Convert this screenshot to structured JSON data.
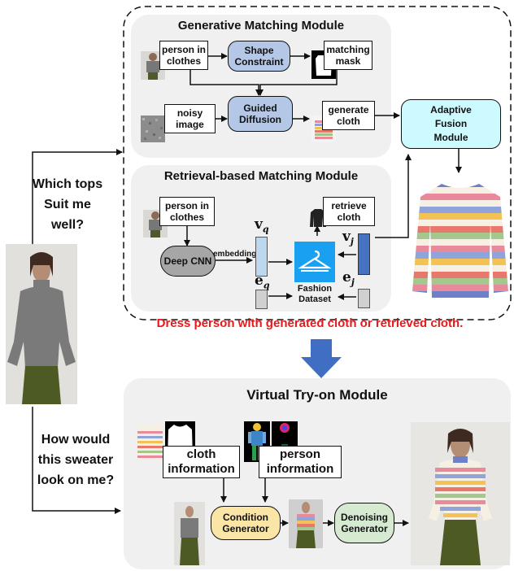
{
  "modules": {
    "generative": {
      "title": "Generative Matching Module",
      "person_in_clothes": "person in clothes",
      "shape_constraint": "Shape Constraint",
      "matching_mask": "matching mask",
      "noisy_image": "noisy image",
      "guided_diffusion": "Guided Diffusion",
      "generate_cloth": "generate cloth"
    },
    "retrieval": {
      "title": "Retrieval-based Matching Module",
      "person_in_clothes": "person in clothes",
      "deep_cnn": "Deep CNN",
      "embedding": "embedding",
      "v_q": "v",
      "v_q_sub": "q",
      "e_q": "e",
      "e_q_sub": "q",
      "v_j": "v",
      "v_j_sub": "j",
      "e_j": "e",
      "e_j_sub": "j",
      "fashion_dataset": "Fashion Dataset",
      "retrieve_cloth": "retrieve cloth"
    },
    "adaptive_fusion": "Adaptive Fusion Module",
    "virtual_tryon": {
      "title": "Virtual Try-on Module",
      "cloth_information": "cloth information",
      "person_information": "person information",
      "condition_generator": "Condition Generator",
      "denoising_generator": "Denoising Generator"
    }
  },
  "questions": {
    "which_tops": "Which tops Suit me well?",
    "how_would": "How would this sweater look on me?"
  },
  "caption": "Dress person with generated cloth or retrieved cloth.",
  "colors": {
    "caption_red": "#e8191b",
    "shape_constraint_fill": "#b4c7e7",
    "guided_diffusion_fill": "#b4c7e7",
    "adaptive_fusion_fill": "#ccfaff",
    "condition_generator_fill": "#fbe5a6",
    "denoising_generator_fill": "#d5ead0",
    "panel_gray": "#f0f0f0",
    "big_arrow": "#3f6ec3",
    "vector_light": "#bdd7ee",
    "vector_dark": "#4472c4",
    "fashion_dataset_icon": "#1aa0f0"
  },
  "icons": [
    "hanger-icon"
  ]
}
